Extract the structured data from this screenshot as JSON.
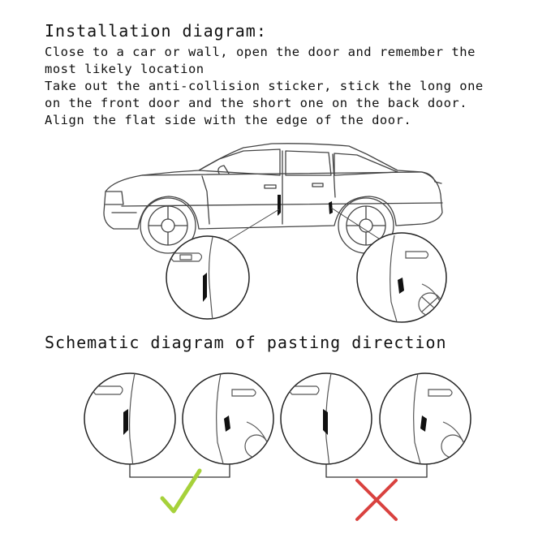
{
  "installation": {
    "title": "Installation diagram:",
    "lines": [
      "Close to a car or wall, open the door and remember the",
      "most likely location",
      "Take out the anti-collision sticker, stick the long one",
      "on the front door and the short one on the back door.",
      "Align the flat side with the edge of the door."
    ]
  },
  "pasting": {
    "title": "Schematic diagram of pasting direction",
    "correct_mark": "check-mark-icon",
    "wrong_mark": "cross-mark-icon"
  },
  "colors": {
    "correct": "#a6d13a",
    "wrong": "#d9423f",
    "line": "#333333",
    "sticker": "#111111"
  }
}
